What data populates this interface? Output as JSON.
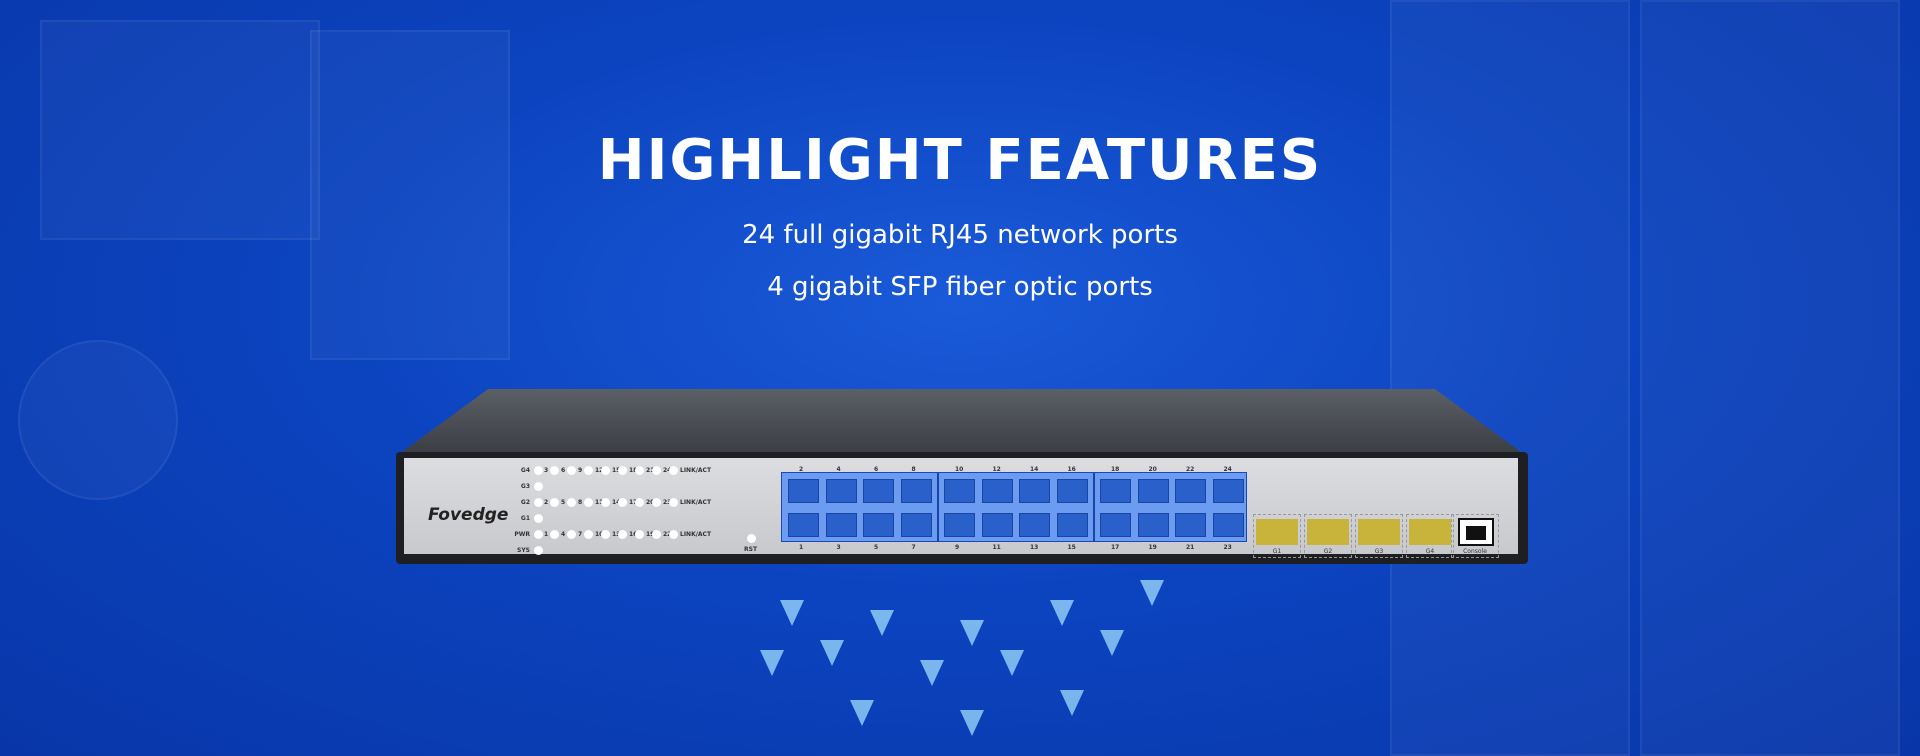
{
  "hero": {
    "title": "HIGHLIGHT FEATURES",
    "features": [
      "24 full gigabit RJ45 network ports",
      "4 gigabit SFP fiber optic ports"
    ]
  },
  "device": {
    "brand": "Fovedge",
    "led_labels": [
      "G4",
      "G3",
      "G2",
      "G1",
      "PWR",
      "SYS"
    ],
    "led_rows": [
      [
        "3",
        "6",
        "9",
        "12",
        "15",
        "18",
        "21",
        "24"
      ],
      [
        "2",
        "5",
        "8",
        "11",
        "14",
        "17",
        "20",
        "23"
      ],
      [
        "1",
        "4",
        "7",
        "10",
        "13",
        "16",
        "19",
        "22"
      ]
    ],
    "link_act": "LINK/ACT",
    "reset_label": "RST",
    "top_port_numbers": [
      "2",
      "4",
      "6",
      "8",
      "10",
      "12",
      "14",
      "16",
      "18",
      "20",
      "22",
      "24"
    ],
    "bottom_port_numbers": [
      "1",
      "3",
      "5",
      "7",
      "9",
      "11",
      "13",
      "15",
      "17",
      "19",
      "21",
      "23"
    ],
    "sfp_labels": [
      "G1",
      "G2",
      "G3",
      "G4"
    ],
    "console_label": "Console"
  },
  "colors": {
    "background": "#0c44c0",
    "port_blue": "#6c9cf2",
    "sfp_yellow": "#c9b43b"
  }
}
